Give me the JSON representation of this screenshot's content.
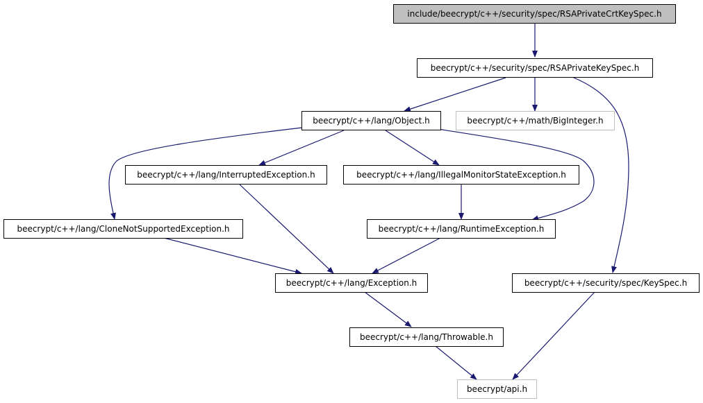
{
  "nodes": {
    "rsa_private_crt_key_spec": "include/beecrypt/c++/security/spec/RSAPrivateCrtKeySpec.h",
    "rsa_private_key_spec": "beecrypt/c++/security/spec/RSAPrivateKeySpec.h",
    "object": "beecrypt/c++/lang/Object.h",
    "big_integer": "beecrypt/c++/math/BigInteger.h",
    "interrupted_exception": "beecrypt/c++/lang/InterruptedException.h",
    "illegal_monitor_state_exception": "beecrypt/c++/lang/IllegalMonitorStateException.h",
    "clone_not_supported_exception": "beecrypt/c++/lang/CloneNotSupportedException.h",
    "runtime_exception": "beecrypt/c++/lang/RuntimeException.h",
    "exception": "beecrypt/c++/lang/Exception.h",
    "key_spec": "beecrypt/c++/security/spec/KeySpec.h",
    "throwable": "beecrypt/c++/lang/Throwable.h",
    "api": "beecrypt/api.h"
  },
  "colors": {
    "edge": "#191970",
    "root_fill": "#bfbfbf",
    "external_border": "#bfbfbf"
  }
}
